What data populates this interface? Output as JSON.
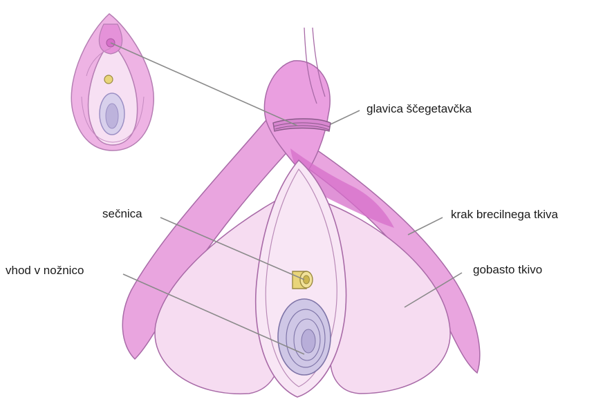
{
  "labels": {
    "clitoral_glans": "glavica ščegetavčka",
    "urethra": "sečnica",
    "crus": "krak brecilnega tkiva",
    "vaginal_opening": "vhod v nožnico",
    "spongy_tissue": "gobasto tkivo"
  },
  "colors": {
    "pink_light": "#f4d4ef",
    "pink_mid": "#e7a6df",
    "pink_dark": "#d66fc9",
    "outline": "#a86aa7",
    "urethra": "#e9d57a",
    "vagina": "#c9c1e3",
    "leader": "#8a8a8a"
  }
}
